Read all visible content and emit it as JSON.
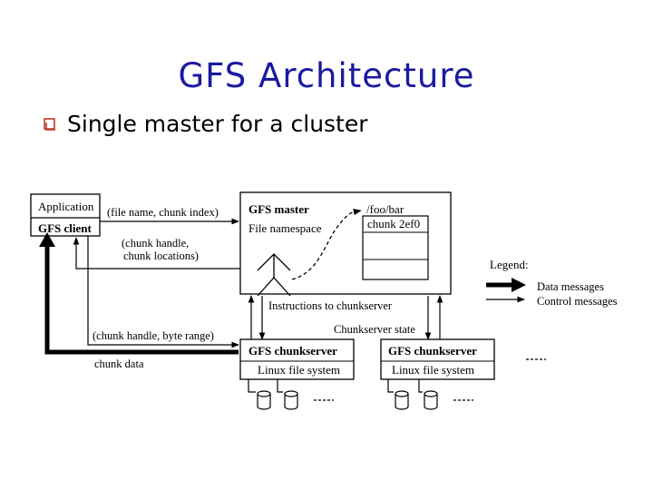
{
  "slide": {
    "title": "GFS Architecture",
    "bullet": "Single master for a cluster"
  },
  "diagram": {
    "client": {
      "top_label": "Application",
      "bottom_label": "GFS client"
    },
    "master": {
      "title": "GFS master",
      "namespace_label": "File namespace",
      "path_label": "/foo/bar",
      "chunk_label": "chunk 2ef0"
    },
    "messages": {
      "request": "(file name, chunk index)",
      "reply_line1": "(chunk handle,",
      "reply_line2": "chunk locations)",
      "instructions": "Instructions to chunkserver",
      "state": "Chunkserver state",
      "chunk_request": "(chunk handle, byte range)",
      "chunk_data": "chunk data"
    },
    "chunkservers": [
      {
        "title": "GFS chunkserver",
        "fs_label": "Linux file system"
      },
      {
        "title": "GFS chunkserver",
        "fs_label": "Linux file system"
      }
    ],
    "legend": {
      "title": "Legend:",
      "data_messages": "Data messages",
      "control_messages": "Control messages"
    }
  }
}
